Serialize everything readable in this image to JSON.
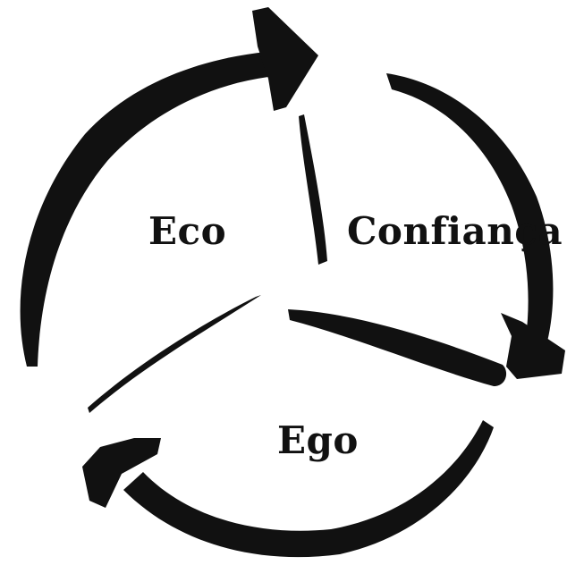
{
  "labels": {
    "eco": "Eco",
    "confianca": "Confiança",
    "ego": "Ego"
  },
  "colors": {
    "background": "#ffffff",
    "ink": "#111111"
  }
}
